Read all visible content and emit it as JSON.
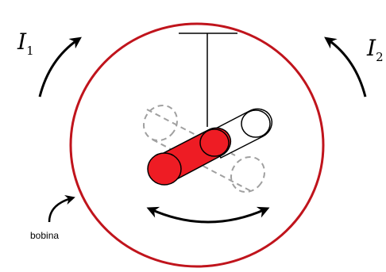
{
  "labels": {
    "current_left": {
      "symbol": "I",
      "subscript": "1"
    },
    "current_right": {
      "symbol": "I",
      "subscript": "2"
    },
    "coil": "bobina"
  },
  "colors": {
    "coil": "#c0141c",
    "magnet_fill": "#ee1c24",
    "magnet_dark": "#c00d14",
    "ghost": "#a0a0a0",
    "ink": "#000000"
  },
  "icons": {
    "arrow_left": "curved-arrow-up-right-icon",
    "arrow_right": "curved-arrow-up-left-icon",
    "swing": "double-headed-curved-arrow-icon",
    "coil_pointer": "curved-pointer-arrow-icon"
  }
}
